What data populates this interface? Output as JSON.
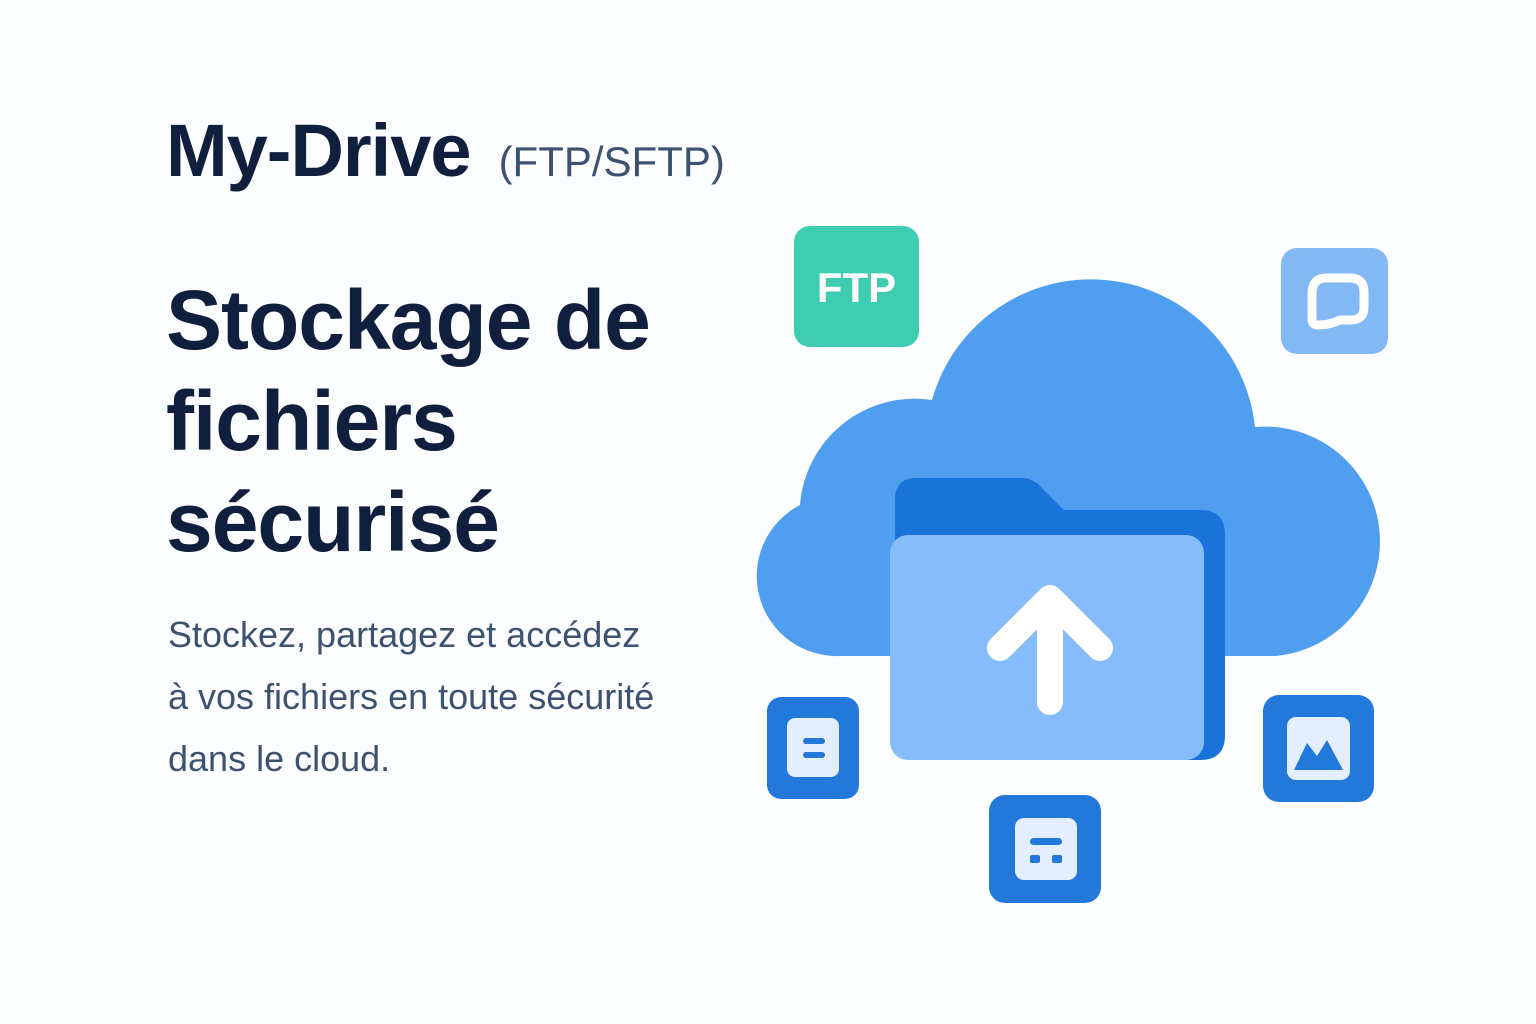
{
  "brand": {
    "name": "My-Drive",
    "tag": "(FTP/SFTP)"
  },
  "headline": {
    "lines": [
      "Stockage de",
      "fichiers",
      "sécurisé"
    ]
  },
  "description": {
    "lines": [
      "Stockez, partagez et accédez",
      "à vos fichiers en toute sécurité",
      "dans le cloud."
    ]
  },
  "illustration": {
    "ftp_badge_label": "FTP",
    "icons": {
      "cloud": "cloud-icon",
      "folder": "folder-icon",
      "upload": "upload-arrow-icon",
      "chat": "chat-icon",
      "document": "document-icon",
      "archive": "archive-icon",
      "image": "image-icon"
    },
    "colors": {
      "cloud": "#509ef0",
      "folder_back": "#1a73d9",
      "folder_front": "#86bcfa",
      "ftp_badge": "#3ecdb0",
      "chat_tile": "#82b9f5",
      "dark_tile": "#2379da",
      "tile_inner": "#e3efff",
      "text_dark": "#0f1f3d",
      "text_muted": "#3d5270"
    }
  }
}
